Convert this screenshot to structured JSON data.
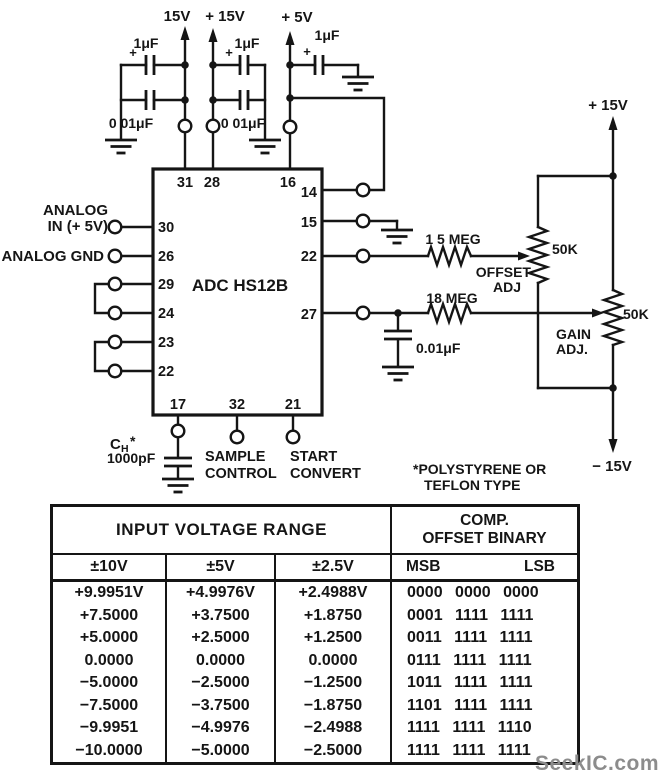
{
  "schematic": {
    "ic_name": "ADC HS12B",
    "pins": {
      "p31": "31",
      "p28": "28",
      "p16": "16",
      "p14": "14",
      "p15": "15",
      "p22_right": "22",
      "p27": "27",
      "p30": "30",
      "p26": "26",
      "p29": "29",
      "p24": "24",
      "p23": "23",
      "p22_left": "22",
      "p17": "17",
      "p32": "32",
      "p21": "21"
    },
    "labels": {
      "rail1": "15V",
      "rail2": "+ 15V",
      "rail3": "+ 5V",
      "cap_1uf": "1μF",
      "cap_001uf": "0 01μF",
      "cap_001uf_dot": "0.01μF",
      "plus": "+",
      "analog_line1": "ANALOG",
      "analog_line2": "IN (+ 5V)",
      "analog_gnd": "ANALOG GND",
      "r_offset": "1 5 MEG",
      "r_gain": "18 MEG",
      "offset_line1": "OFFSET",
      "offset_line2": "ADJ",
      "gain_line1": "GAIN",
      "gain_line2": "ADJ.",
      "pot_50k": "50K",
      "vplus15": "+ 15V",
      "vminus15": "− 15V",
      "ch_c": "C",
      "ch_h": "H",
      "ch_star": "*",
      "ch_value": "1000pF",
      "sample_line1": "SAMPLE",
      "sample_line2": "CONTROL",
      "start_line1": "START",
      "start_line2": "CONVERT",
      "note_line1": "*POLYSTYRENE OR",
      "note_line2": "TEFLON TYPE"
    }
  },
  "table": {
    "header_left": "INPUT VOLTAGE RANGE",
    "header_right_line1": "COMP.",
    "header_right_line2": "OFFSET BINARY",
    "col_headers": [
      "±10V",
      "±5V",
      "±2.5V"
    ],
    "msb": "MSB",
    "lsb": "LSB",
    "rows": [
      {
        "v10": "+9.9951V",
        "v5": "+4.9976V",
        "v25": "+2.4988V",
        "bin": "0000 0000 0000"
      },
      {
        "v10": "+7.5000",
        "v5": "+3.7500",
        "v25": "+1.8750",
        "bin": "0001 1111 1111"
      },
      {
        "v10": "+5.0000",
        "v5": "+2.5000",
        "v25": "+1.2500",
        "bin": "0011 1111 1111"
      },
      {
        "v10": "0.0000",
        "v5": "0.0000",
        "v25": "0.0000",
        "bin": "0111 1111 1111"
      },
      {
        "v10": "−5.0000",
        "v5": "−2.5000",
        "v25": "−1.2500",
        "bin": "1011 1111 1111"
      },
      {
        "v10": "−7.5000",
        "v5": "−3.7500",
        "v25": "−1.8750",
        "bin": "1101 1111 1111"
      },
      {
        "v10": "−9.9951",
        "v5": "−4.9976",
        "v25": "−2.4988",
        "bin": "1111 1111 1110"
      },
      {
        "v10": "−10.0000",
        "v5": "−5.0000",
        "v25": "−2.5000",
        "bin": "1111 1111 1111"
      }
    ]
  },
  "watermark": "SeekIC.com"
}
